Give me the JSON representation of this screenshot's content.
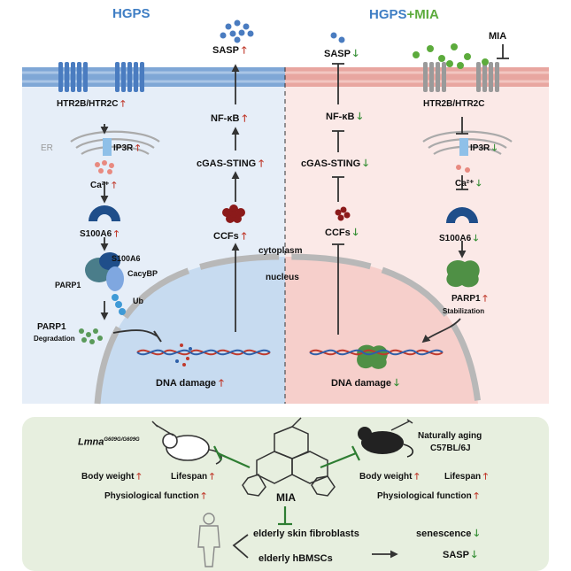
{
  "panel_left_title": "HGPS",
  "panel_right_title_a": "HGPS",
  "panel_right_title_b": "+MIA",
  "labels": {
    "sasp": "SASP",
    "nfkb": "NF-κB",
    "cgas": "cGAS-STING",
    "ccfs": "CCFs",
    "htr": "HTR2B/HTR2C",
    "er": "ER",
    "ip3r": "IP3R",
    "ca": "Ca²⁺",
    "s100a6": "S100A6",
    "s100a6_small": "S100A6",
    "cacybp": "CacyBP",
    "ub": "Ub",
    "parp1": "PARP1",
    "degradation": "Degradation",
    "dna_damage": "DNA damage",
    "cytoplasm": "cytoplasm",
    "nucleus": "nucleus",
    "mia_top": "MIA",
    "stabilization": "Stabilization"
  },
  "bottom": {
    "lmna": "Lmna",
    "lmna_sup": "G609G/G609G",
    "body_weight": "Body weight",
    "lifespan": "Lifespan",
    "physiological_function": "Physiological function",
    "mia": "MIA",
    "naturally_aging": "Naturally aging",
    "strain": "C57BL/6J",
    "elderly_fibroblasts": "elderly skin fibroblasts",
    "elderly_hbmscs": "elderly hBMSCs",
    "senescence": "senescence",
    "sasp": "SASP"
  },
  "colors": {
    "up_arrow": "#c0392b",
    "down_arrow": "#2e8b2e",
    "left_bg": "#e6eef8",
    "right_bg": "#fbe9e7",
    "bottom_bg": "#e7efdf",
    "hgps_blue": "#3f7ec4",
    "mia_green": "#5cab3c"
  }
}
